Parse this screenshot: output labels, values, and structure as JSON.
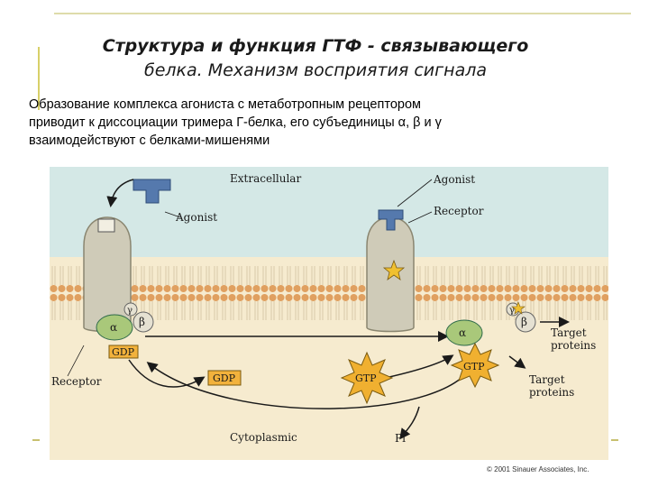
{
  "title_line1": "Структура и функция ГТФ - связывающего",
  "title_line2": "белка. Механизм восприятия сигнала",
  "description": [
    "Образование комплекса агониста с метаботропным рецептором",
    "приводит к диссоциации тримера Г-белка, его субъединицы α, β и γ",
    "взаимодействуют с белками-мишенями"
  ],
  "labels": {
    "extracellular": "Extracellular",
    "cytoplasmic": "Cytoplasmic",
    "agonist_left": "Agonist",
    "agonist_right": "Agonist",
    "receptor_left": "Receptor",
    "receptor_right": "Receptor",
    "target_proteins_1a": "Target",
    "target_proteins_1b": "proteins",
    "target_proteins_2a": "Target",
    "target_proteins_2b": "proteins",
    "gdp_bound": "GDP",
    "gdp_released": "GDP",
    "gtp_free": "GTP",
    "gtp_bound": "GTP",
    "pi": "Pi",
    "alpha": "α",
    "beta": "β",
    "gamma": "γ"
  },
  "copyright": "© 2001 Sinauer Associates, Inc.",
  "colors": {
    "extracellular_bg": "#d4e8e6",
    "cytoplasm_bg": "#f6ebcf",
    "membrane_head": "#e0a060",
    "receptor": "#cfcbb8",
    "agonist": "#5579ad",
    "gdp_box": "#f2b23c",
    "gtp_star": "#f0b030",
    "g_protein_green": "#3e9a6a"
  }
}
